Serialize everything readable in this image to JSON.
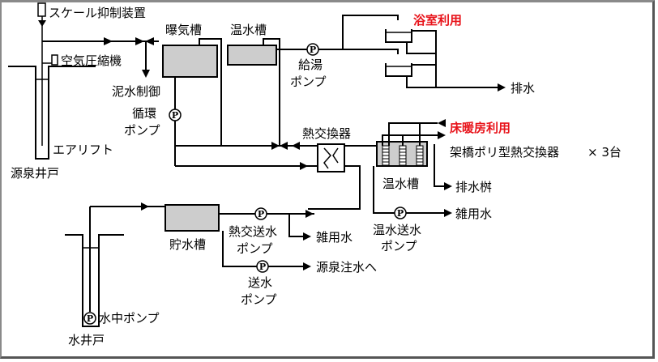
{
  "diagram": {
    "labels": {
      "scale_inhibitor": "スケール抑制装置",
      "air_compressor": "空気圧縮機",
      "aeration_tank": "曝気槽",
      "hot_water_tank_top": "温水槽",
      "mud_control": "泥水制御",
      "circulation_pump_1": "循環",
      "circulation_pump_2": "ポンプ",
      "air_lift": "エアリフト",
      "source_well": "源泉井戸",
      "supply_pump_1": "給湯",
      "supply_pump_2": "ポンプ",
      "bath_use": "浴室利用",
      "drain": "排水",
      "heat_exchanger": "熱交換器",
      "floor_heating_use": "床暖房利用",
      "poly_heat_exchanger": "架橋ポリ型熱交換器",
      "poly_heat_exchanger_count": "× 3台",
      "hot_water_tank_right": "温水槽",
      "drain_basin": "排水桝",
      "misc_water_right": "雑用水",
      "hot_water_send_pump_1": "温水送水",
      "hot_water_send_pump_2": "ポンプ",
      "storage_tank": "貯水槽",
      "heat_send_pump_1": "熱交送水",
      "heat_send_pump_2": "ポンプ",
      "misc_water_mid": "雑用水",
      "to_source_injection": "源泉注水へ",
      "send_pump_1": "送水",
      "send_pump_2": "ポンプ",
      "submersible_pump": "水中ポンプ",
      "water_well": "水井戸"
    },
    "pump_symbol": "P",
    "colors": {
      "highlight": "#e8141b",
      "tank_fill": "#cdcdcd",
      "line": "#000000"
    }
  }
}
